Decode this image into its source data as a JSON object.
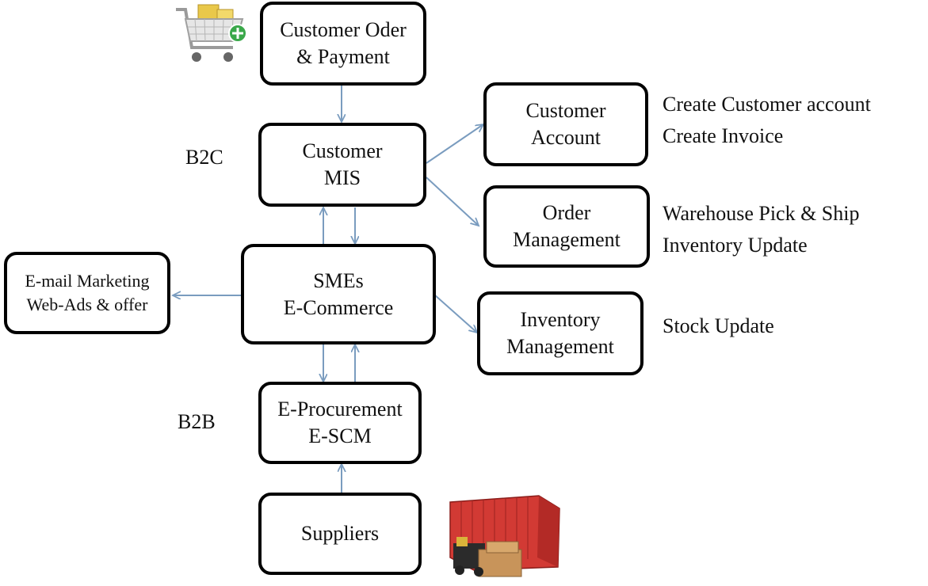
{
  "nodes": {
    "order_payment": [
      "Customer Oder",
      "& Payment"
    ],
    "customer_mis": [
      "Customer",
      "MIS"
    ],
    "smes": [
      "SMEs",
      "E-Commerce"
    ],
    "eproc": [
      "E-Procurement",
      "E-SCM"
    ],
    "suppliers": [
      "Suppliers"
    ],
    "email": [
      "E-mail Marketing",
      "Web-Ads & offer"
    ],
    "cust_account": [
      "Customer",
      "Account"
    ],
    "order_mgmt": [
      "Order",
      "Management"
    ],
    "inv_mgmt": [
      "Inventory",
      "Management"
    ]
  },
  "labels": {
    "b2c": "B2C",
    "b2b": "B2B"
  },
  "notes": {
    "cust_account": [
      "Create Customer account",
      "Create Invoice"
    ],
    "order_mgmt": [
      "Warehouse Pick & Ship",
      "Inventory Update"
    ],
    "inv_mgmt": [
      "Stock Update"
    ]
  },
  "icons": {
    "cart": "shopping-cart-icon",
    "container": "shipping-container-icon"
  },
  "colors": {
    "arrow": "#7a9cbf",
    "border": "#000000"
  }
}
